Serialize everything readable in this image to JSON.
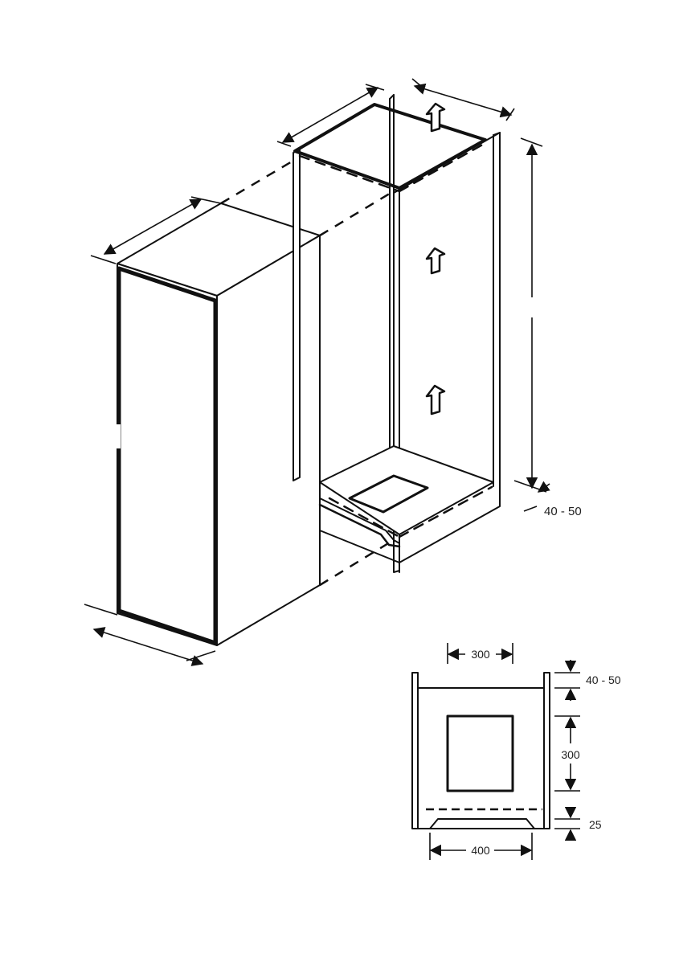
{
  "dimensions": {
    "iso_gap": "40 - 50",
    "front_width": "300",
    "front_gap": "40 - 50",
    "front_height": "300",
    "front_bottom": "25",
    "front_base": "400"
  }
}
